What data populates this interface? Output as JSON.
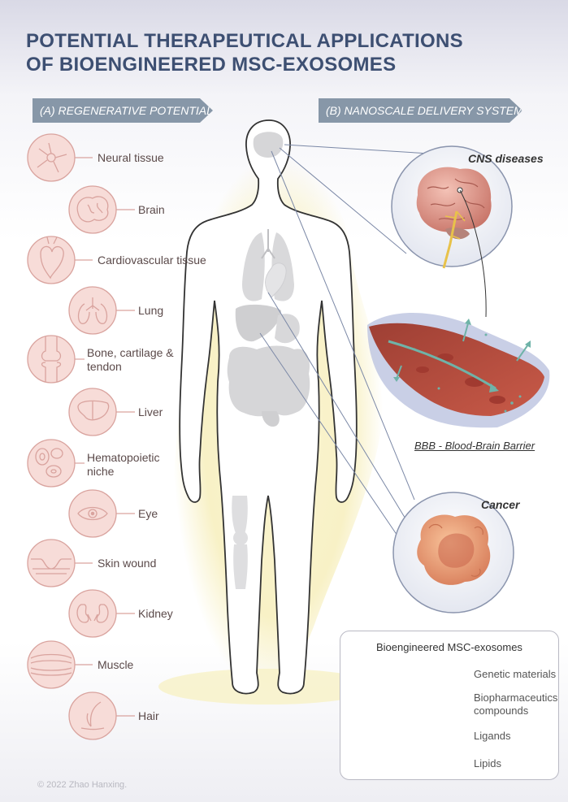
{
  "title": {
    "line1": "POTENTIAL THERAPEUTICAL APPLICATIONS",
    "line2": "OF BIOENGINEERED MSC-EXOSOMES"
  },
  "section_a": "(A) REGENERATIVE POTENTIAL",
  "section_b": "(B) NANOSCALE DELIVERY SYSTEM",
  "regenerative_items": [
    {
      "label": "Neural tissue",
      "icon": "neuron-icon"
    },
    {
      "label": "Brain",
      "icon": "brain-icon"
    },
    {
      "label": "Cardiovascular tissue",
      "icon": "heart-icon"
    },
    {
      "label": "Lung",
      "icon": "lung-icon"
    },
    {
      "label": "Bone, cartilage & tendon",
      "icon": "knee-joint-icon"
    },
    {
      "label": "Liver",
      "icon": "liver-icon"
    },
    {
      "label": "Hematopoietic niche",
      "icon": "blood-cell-icon"
    },
    {
      "label": "Eye",
      "icon": "eye-icon"
    },
    {
      "label": "Skin wound",
      "icon": "skin-wound-icon"
    },
    {
      "label": "Kidney",
      "icon": "kidney-icon"
    },
    {
      "label": "Muscle",
      "icon": "muscle-icon"
    },
    {
      "label": "Hair",
      "icon": "hair-icon"
    }
  ],
  "delivery": {
    "cns": "CNS diseases",
    "bbb": "BBB - Blood-Brain Barrier",
    "cancer": "Cancer"
  },
  "legend": {
    "title": "Bioengineered MSC-exosomes",
    "items": [
      {
        "label": "Genetic materials",
        "icon": "genetic-material-icon"
      },
      {
        "label": "Biopharmaceutics compounds",
        "icon": "compound-icon"
      },
      {
        "label": "Ligands",
        "icon": "ligand-icon"
      },
      {
        "label": "Lipids",
        "icon": "lipid-icon"
      }
    ]
  },
  "copyright": "© 2022 Zhao Hanxing.",
  "colors": {
    "title": "#3d4f72",
    "banner": "#8797a8",
    "icon_fill": "#f7dcd8",
    "icon_stroke": "#d9a39e",
    "body_outline": "#333333",
    "glow": "#f7f0c8",
    "vessel": "#b04a3d",
    "arrow": "#6fb3a8"
  }
}
